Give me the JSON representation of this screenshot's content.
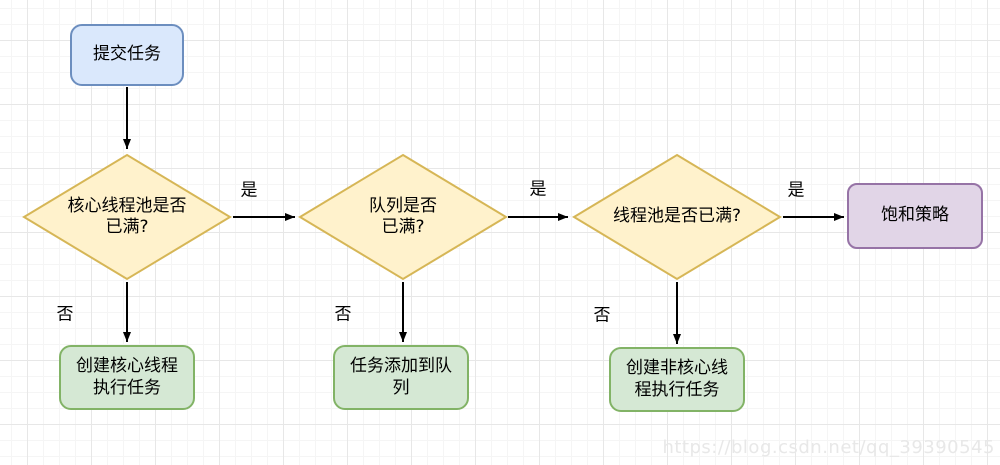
{
  "diagram": {
    "title": "thread-pool-task-submission-flowchart",
    "nodes": {
      "start": {
        "label": "提交任务",
        "type": "start"
      },
      "decision_core_pool": {
        "label": "核心线程池是否\n已满?",
        "type": "decision"
      },
      "decision_queue": {
        "label": "队列是否\n已满?",
        "type": "decision"
      },
      "decision_pool": {
        "label": "线程池是否已满?",
        "type": "decision"
      },
      "saturation_policy": {
        "label": "饱和策略",
        "type": "terminal"
      },
      "create_core_thread": {
        "label": "创建核心线程\n执行任务",
        "type": "process"
      },
      "add_task_to_queue": {
        "label": "任务添加到队\n列",
        "type": "process"
      },
      "create_noncore_thread": {
        "label": "创建非核心线\n程执行任务",
        "type": "process"
      }
    },
    "edges": {
      "yes1": {
        "label": "是",
        "from": "decision_core_pool",
        "to": "decision_queue"
      },
      "yes2": {
        "label": "是",
        "from": "decision_queue",
        "to": "decision_pool"
      },
      "yes3": {
        "label": "是",
        "from": "decision_pool",
        "to": "saturation_policy"
      },
      "no1": {
        "label": "否",
        "from": "decision_core_pool",
        "to": "create_core_thread"
      },
      "no2": {
        "label": "否",
        "from": "decision_queue",
        "to": "add_task_to_queue"
      },
      "no3": {
        "label": "否",
        "from": "decision_pool",
        "to": "create_noncore_thread"
      },
      "start_edge": {
        "label": "",
        "from": "start",
        "to": "decision_core_pool"
      }
    },
    "watermark": "https://blog.csdn.net/qq_39390545",
    "colors": {
      "blue_fill": "#dae8fc",
      "blue_stroke": "#6c8ebf",
      "yellow_fill": "#fff2cc",
      "yellow_stroke": "#d6b656",
      "green_fill": "#d5e8d4",
      "green_stroke": "#82b366",
      "purple_fill": "#e1d5e7",
      "purple_stroke": "#9673a6",
      "arrow": "#000000"
    }
  }
}
